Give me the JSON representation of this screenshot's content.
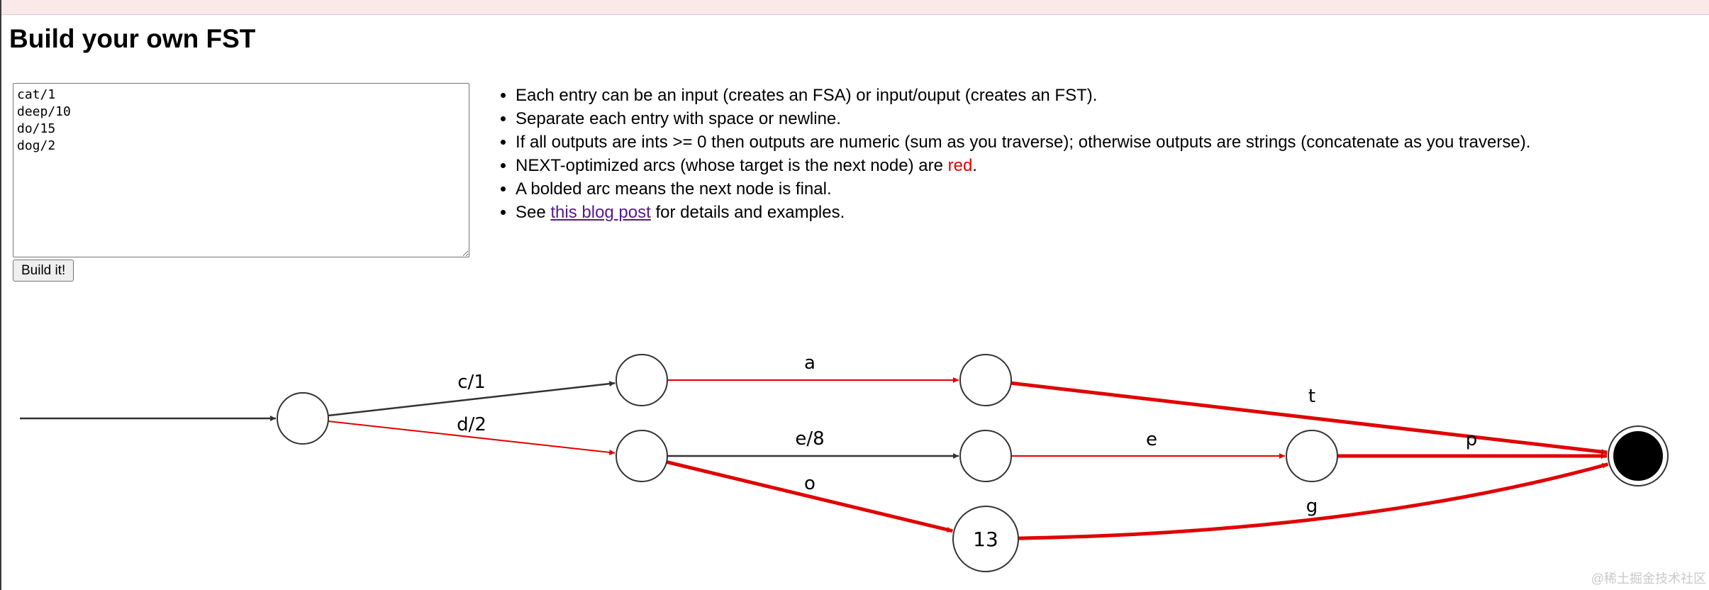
{
  "page": {
    "title": "Build your own FST"
  },
  "editor": {
    "value": "cat/1\ndeep/10\ndo/15\ndog/2",
    "button_label": "Build it!"
  },
  "notes": {
    "items": [
      "Each entry can be an input (creates an FSA) or input/ouput (creates an FST).",
      "Separate each entry with space or newline.",
      "If all outputs are ints >= 0 then outputs are numeric (sum as you traverse); otherwise outputs are strings (concatenate as you traverse)."
    ],
    "next_prefix": "NEXT-optimized arcs (whose target is the next node) are ",
    "next_word": "red",
    "next_suffix": ".",
    "bold_note": "A bolded arc means the next node is final.",
    "see_prefix": "See ",
    "see_link": "this blog post",
    "see_suffix": " for details and examples."
  },
  "graph": {
    "colors": {
      "next_arc": "#e00000",
      "normal_arc": "#333333",
      "node_stroke": "#333333",
      "final_fill": "#000000"
    },
    "nodes": [
      {
        "id": "n0",
        "label": ""
      },
      {
        "id": "n1",
        "label": ""
      },
      {
        "id": "n2",
        "label": ""
      },
      {
        "id": "n3",
        "label": ""
      },
      {
        "id": "n4",
        "label": ""
      },
      {
        "id": "n5",
        "label": "13"
      },
      {
        "id": "n6",
        "label": ""
      },
      {
        "id": "final",
        "label": ""
      }
    ],
    "arcs": [
      {
        "from": "start",
        "to": "n0",
        "label": "",
        "next": false,
        "final": false
      },
      {
        "from": "n0",
        "to": "n1",
        "label": "c/1",
        "next": false,
        "final": false
      },
      {
        "from": "n0",
        "to": "n2",
        "label": "d/2",
        "next": true,
        "final": false
      },
      {
        "from": "n1",
        "to": "n3",
        "label": "a",
        "next": true,
        "final": false
      },
      {
        "from": "n3",
        "to": "final",
        "label": "t",
        "next": true,
        "final": true
      },
      {
        "from": "n2",
        "to": "n4",
        "label": "e/8",
        "next": false,
        "final": false
      },
      {
        "from": "n2",
        "to": "n5",
        "label": "o",
        "next": true,
        "final": true
      },
      {
        "from": "n4",
        "to": "n6",
        "label": "e",
        "next": true,
        "final": false
      },
      {
        "from": "n6",
        "to": "final",
        "label": "p",
        "next": true,
        "final": true
      },
      {
        "from": "n5",
        "to": "final",
        "label": "g",
        "next": true,
        "final": true
      }
    ]
  },
  "watermark": "@稀土掘金技术社区"
}
